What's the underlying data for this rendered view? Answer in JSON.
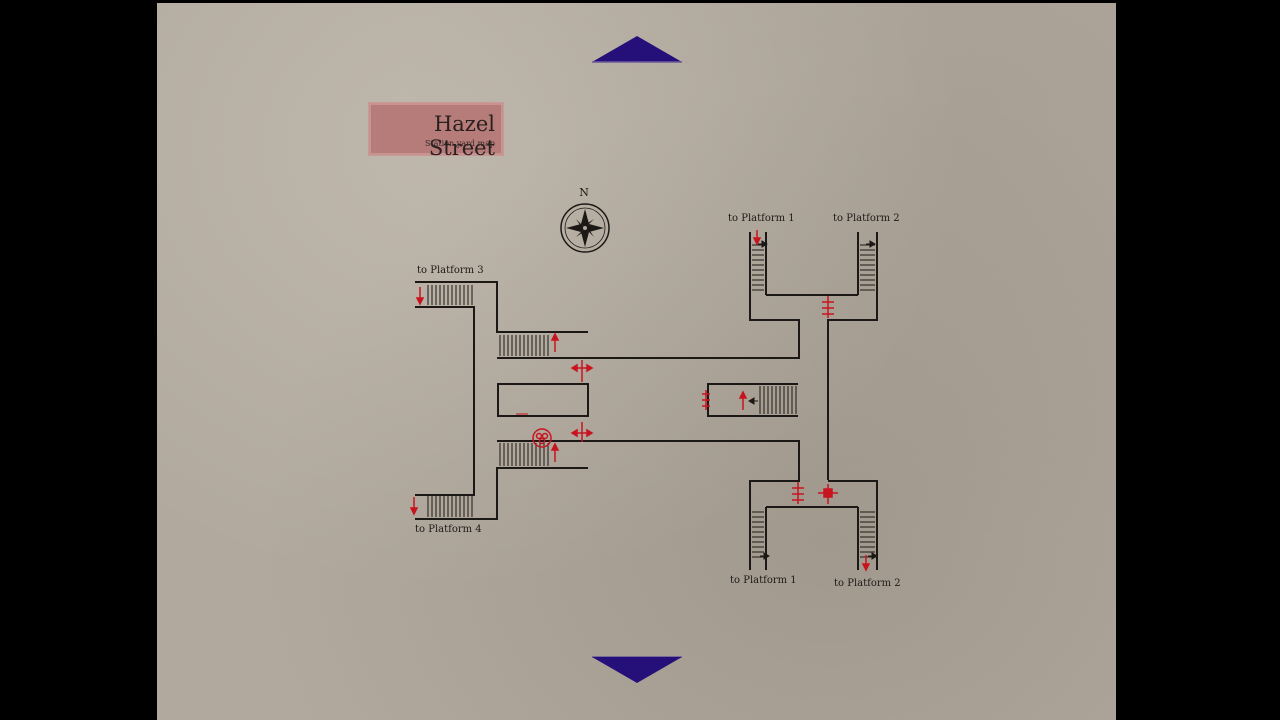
{
  "map": {
    "title": "Hazel Street",
    "subtitle": "Station yard map",
    "compass_letter": "N",
    "labels": {
      "platform3": "to Platform 3",
      "platform4": "to Platform 4",
      "platform1_top": "to Platform 1",
      "platform2_top": "to Platform 2",
      "platform1_bottom": "to Platform 1",
      "platform2_bottom": "to Platform 2"
    }
  },
  "navigation": {
    "up_icon": "triangle-up-icon",
    "down_icon": "triangle-down-icon",
    "arrow_color": "#25107a"
  },
  "colors": {
    "paper": "#b1a99d",
    "wall": "#1c1816",
    "marker": "#c8141e",
    "title_card": "#b57c79"
  }
}
